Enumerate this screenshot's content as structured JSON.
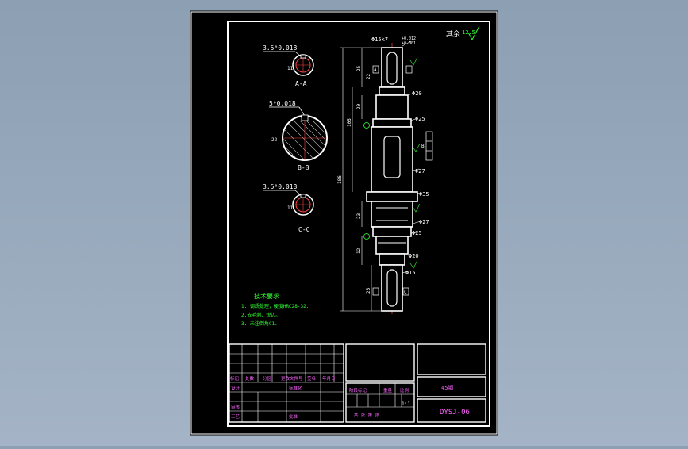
{
  "drawing": {
    "roughness_label": "其余",
    "roughness_value": "12.5",
    "sections": [
      {
        "name": "A-A",
        "keyway": "3.5⁰0.018",
        "depth": "11"
      },
      {
        "name": "B-B",
        "keyway": "5⁰0.018",
        "depth": "22"
      },
      {
        "name": "C-C",
        "keyway": "3.5⁰0.018",
        "depth": "11"
      }
    ],
    "diameters": {
      "top": "Φ15k7",
      "d20_top": "Φ20",
      "d25_top": "Φ25",
      "d27_top": "Φ27",
      "d35": "Φ35",
      "d27_bot": "Φ27",
      "d25_bot": "Φ25",
      "d20_bot": "Φ20",
      "d15_bot": "Φ15"
    },
    "tolerance_upper": "+0.012",
    "tolerance_lower": "+0.001",
    "dims_left": {
      "total": "186",
      "mid": "105",
      "d1": "25",
      "d2": "20",
      "d3": "23",
      "d4": "12",
      "d5": "25",
      "d6": "22"
    },
    "section_marks": {
      "a": "A",
      "b": "B",
      "c": "C"
    },
    "tech_title": "技术要求",
    "tech_items": [
      "1. 调质处理，硬度HRC28-32.",
      "2.去毛刺、锐边。",
      "3. 未注倒角C1."
    ]
  },
  "title_block": {
    "left_header": [
      "标记",
      "处数",
      "分区",
      "更改文件号",
      "签名",
      "年月日"
    ],
    "left_row2": [
      "设计",
      "标准化"
    ],
    "left_row3": [
      "审核"
    ],
    "left_row4": [
      "工艺",
      "批准"
    ],
    "stage_headers": [
      "阶段标记",
      "重量",
      "比例"
    ],
    "scale": "1:1",
    "sheet_info": "共 张 第 张",
    "material": "45钢",
    "drawing_no": "DYSJ-06"
  }
}
